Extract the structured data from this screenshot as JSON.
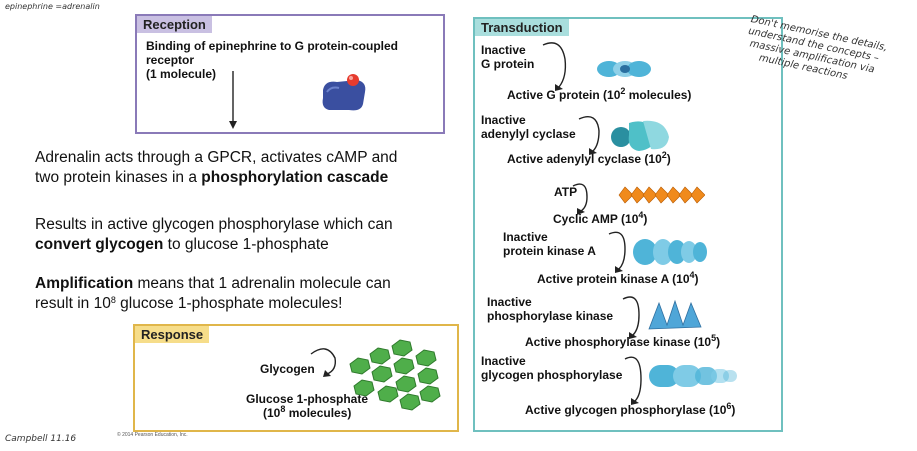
{
  "corner_note": "epinephrine =adrenalin",
  "source_note": "Campbell 11.16",
  "copyright": "© 2014 Pearson Education, Inc.",
  "handwritten_note": [
    "Don't memorise the details,",
    "understand the concepts –",
    "massive amplification via",
    "multiple reactions"
  ],
  "reception": {
    "title": "Reception",
    "line1": "Binding of epinephrine to G protein-coupled",
    "line2": "receptor",
    "line3": "(1 molecule)"
  },
  "body": {
    "p1_a": "Adrenalin acts through a GPCR, activates cAMP and",
    "p1_b": "two protein kinases in a ",
    "p1_bold": "phosphorylation cascade",
    "p2_a": "Results in active glycogen phosphorylase which can",
    "p2_bold": "convert glycogen",
    "p2_b": " to glucose 1-phosphate",
    "p3_bold": "Amplification",
    "p3_a": " means that 1 adrenalin molecule can",
    "p3_b": "result in 10",
    "p3_sup": "8",
    "p3_c": " glucose 1-phosphate molecules!"
  },
  "response": {
    "title": "Response",
    "glycogen": "Glycogen",
    "product_1": "Glucose 1-phosphate",
    "product_2": "(10",
    "product_sup": "8",
    "product_3": " molecules)"
  },
  "transduction": {
    "title": "Transduction",
    "s1_in_1": "Inactive",
    "s1_in_2": "G protein",
    "s1_out": "Active G protein (10",
    "s1_out_sup": "2",
    "s1_out_end": " molecules)",
    "s2_in_1": "Inactive",
    "s2_in_2": "adenylyl cyclase",
    "s2_out": "Active adenylyl cyclase (10",
    "s2_out_sup": "2",
    "s2_out_end": ")",
    "s3_in": "ATP",
    "s3_out": "Cyclic AMP (10",
    "s3_out_sup": "4",
    "s3_out_end": ")",
    "s4_in_1": "Inactive",
    "s4_in_2": "protein kinase A",
    "s4_out": "Active protein kinase A (10",
    "s4_out_sup": "4",
    "s4_out_end": ")",
    "s5_in_1": "Inactive",
    "s5_in_2": "phosphorylase kinase",
    "s5_out": "Active phosphorylase kinase (10",
    "s5_out_sup": "5",
    "s5_out_end": ")",
    "s6_in_1": "Inactive",
    "s6_in_2": "glycogen phosphorylase",
    "s6_out": "Active glycogen phosphorylase (10",
    "s6_out_sup": "6",
    "s6_out_end": ")"
  },
  "colors": {
    "reception_border": "#8a7ab8",
    "reception_head": "#c9c0e2",
    "response_border": "#e0b64a",
    "response_head": "#f6dd8a",
    "transduction_border": "#6fc0bf",
    "transduction_head": "#a9dedd",
    "receptor": "#3a4fa0",
    "molecule": "#4fb4d8",
    "atp": "#f08a1c",
    "glycogen": "#4fae4a"
  }
}
